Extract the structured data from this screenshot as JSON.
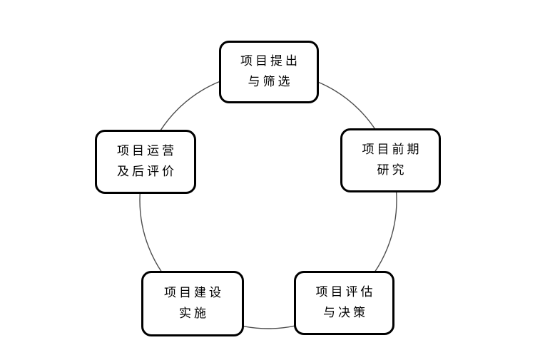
{
  "diagram": {
    "type": "cycle",
    "description": "Project lifecycle five-stage cycle diagram",
    "nodes": [
      {
        "id": "proposal-screening",
        "position": "top",
        "line1": "项目提出",
        "line2": "与筛选"
      },
      {
        "id": "preliminary-research",
        "position": "right",
        "line1": "项目前期",
        "line2": "研究"
      },
      {
        "id": "evaluation-decision",
        "position": "bottom-right",
        "line1": "项目评估",
        "line2": "与决策"
      },
      {
        "id": "construction",
        "position": "bottom-left",
        "line1": "项目建设",
        "line2": "实施"
      },
      {
        "id": "operation-review",
        "position": "left",
        "line1": "项目运营",
        "line2": "及后评价"
      }
    ],
    "colors": {
      "background": "#ffffff",
      "box_border": "#000000",
      "box_fill": "#ffffff",
      "text": "#000000",
      "circle_stroke": "#4d4d4d"
    }
  }
}
